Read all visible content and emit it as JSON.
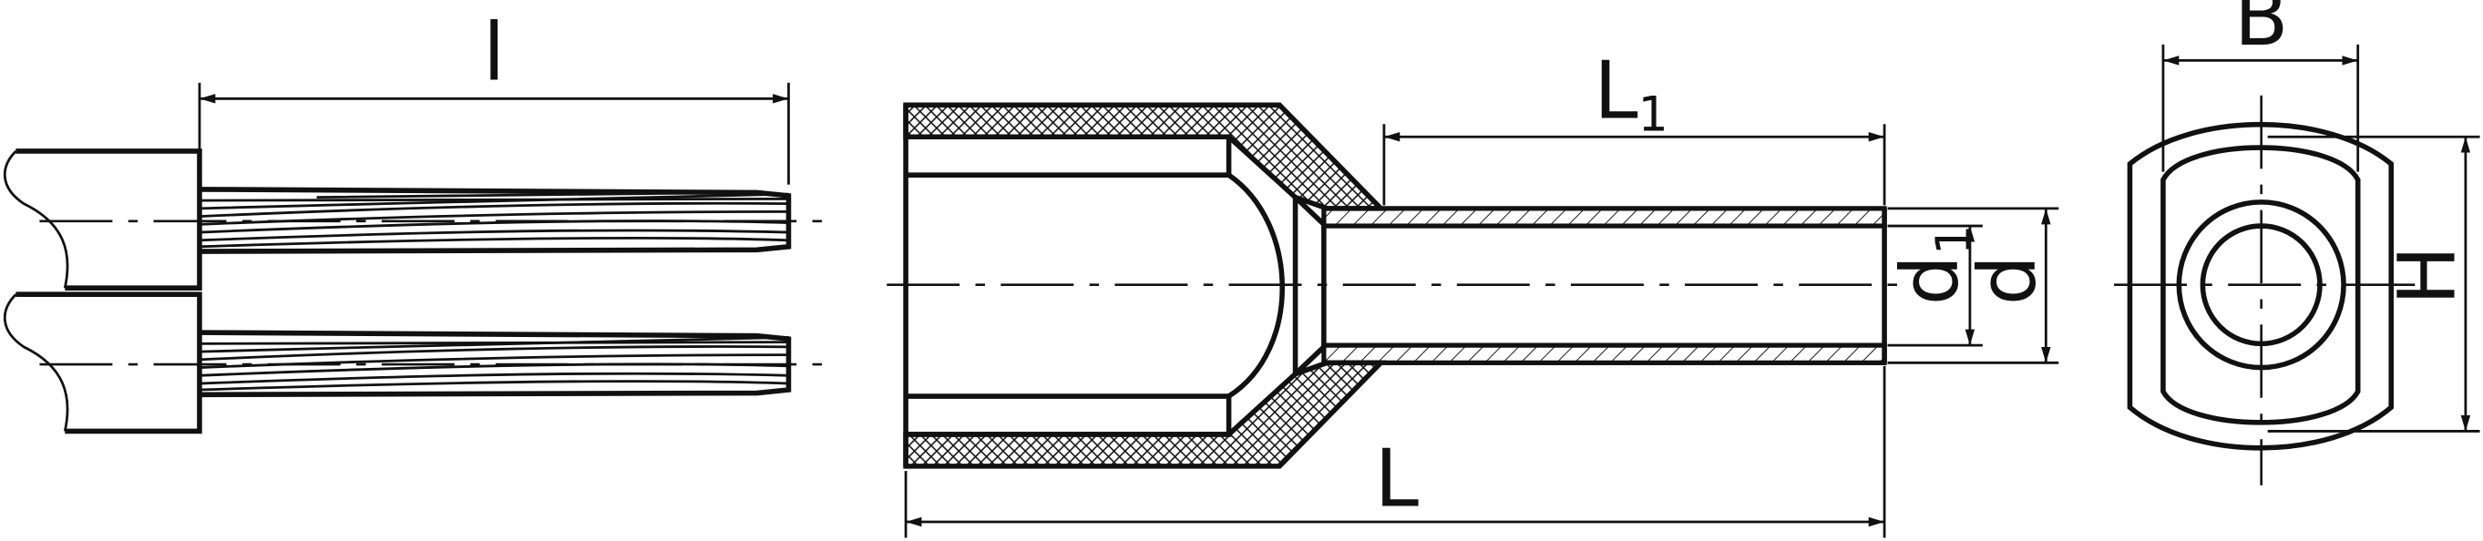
{
  "dimensions": {
    "wire_strip_length": "l",
    "sleeve_length": "L",
    "tube_length": "L",
    "tube_length_subscript": "1",
    "inner_diameter": "d",
    "inner_diameter_subscript": "1",
    "outer_diameter": "d",
    "width": "B",
    "height": "H"
  }
}
